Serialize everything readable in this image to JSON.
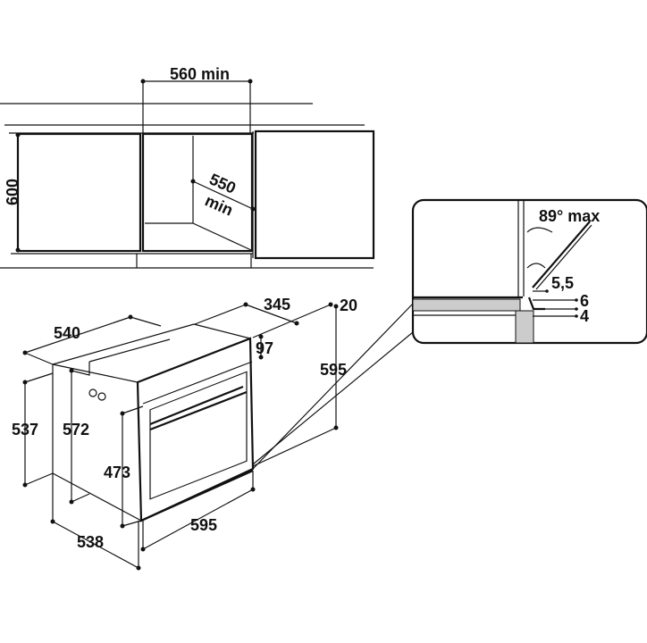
{
  "niche": {
    "width_label": "560 min",
    "height_label": "600",
    "depth_value": "550",
    "depth_unit": "min"
  },
  "oven": {
    "depth_540": "540",
    "depth_345": "345",
    "offset_20": "20",
    "panel_97": "97",
    "height_595": "595",
    "side_537": "537",
    "side_572": "572",
    "door_473": "473",
    "width_595": "595",
    "depth_538": "538"
  },
  "detail": {
    "angle_label": "89° max",
    "gap_55": "5,5",
    "gap_6": "6",
    "gap_4": "4"
  },
  "colors": {
    "line": "#111111",
    "fill_gray": "#cccccc"
  }
}
